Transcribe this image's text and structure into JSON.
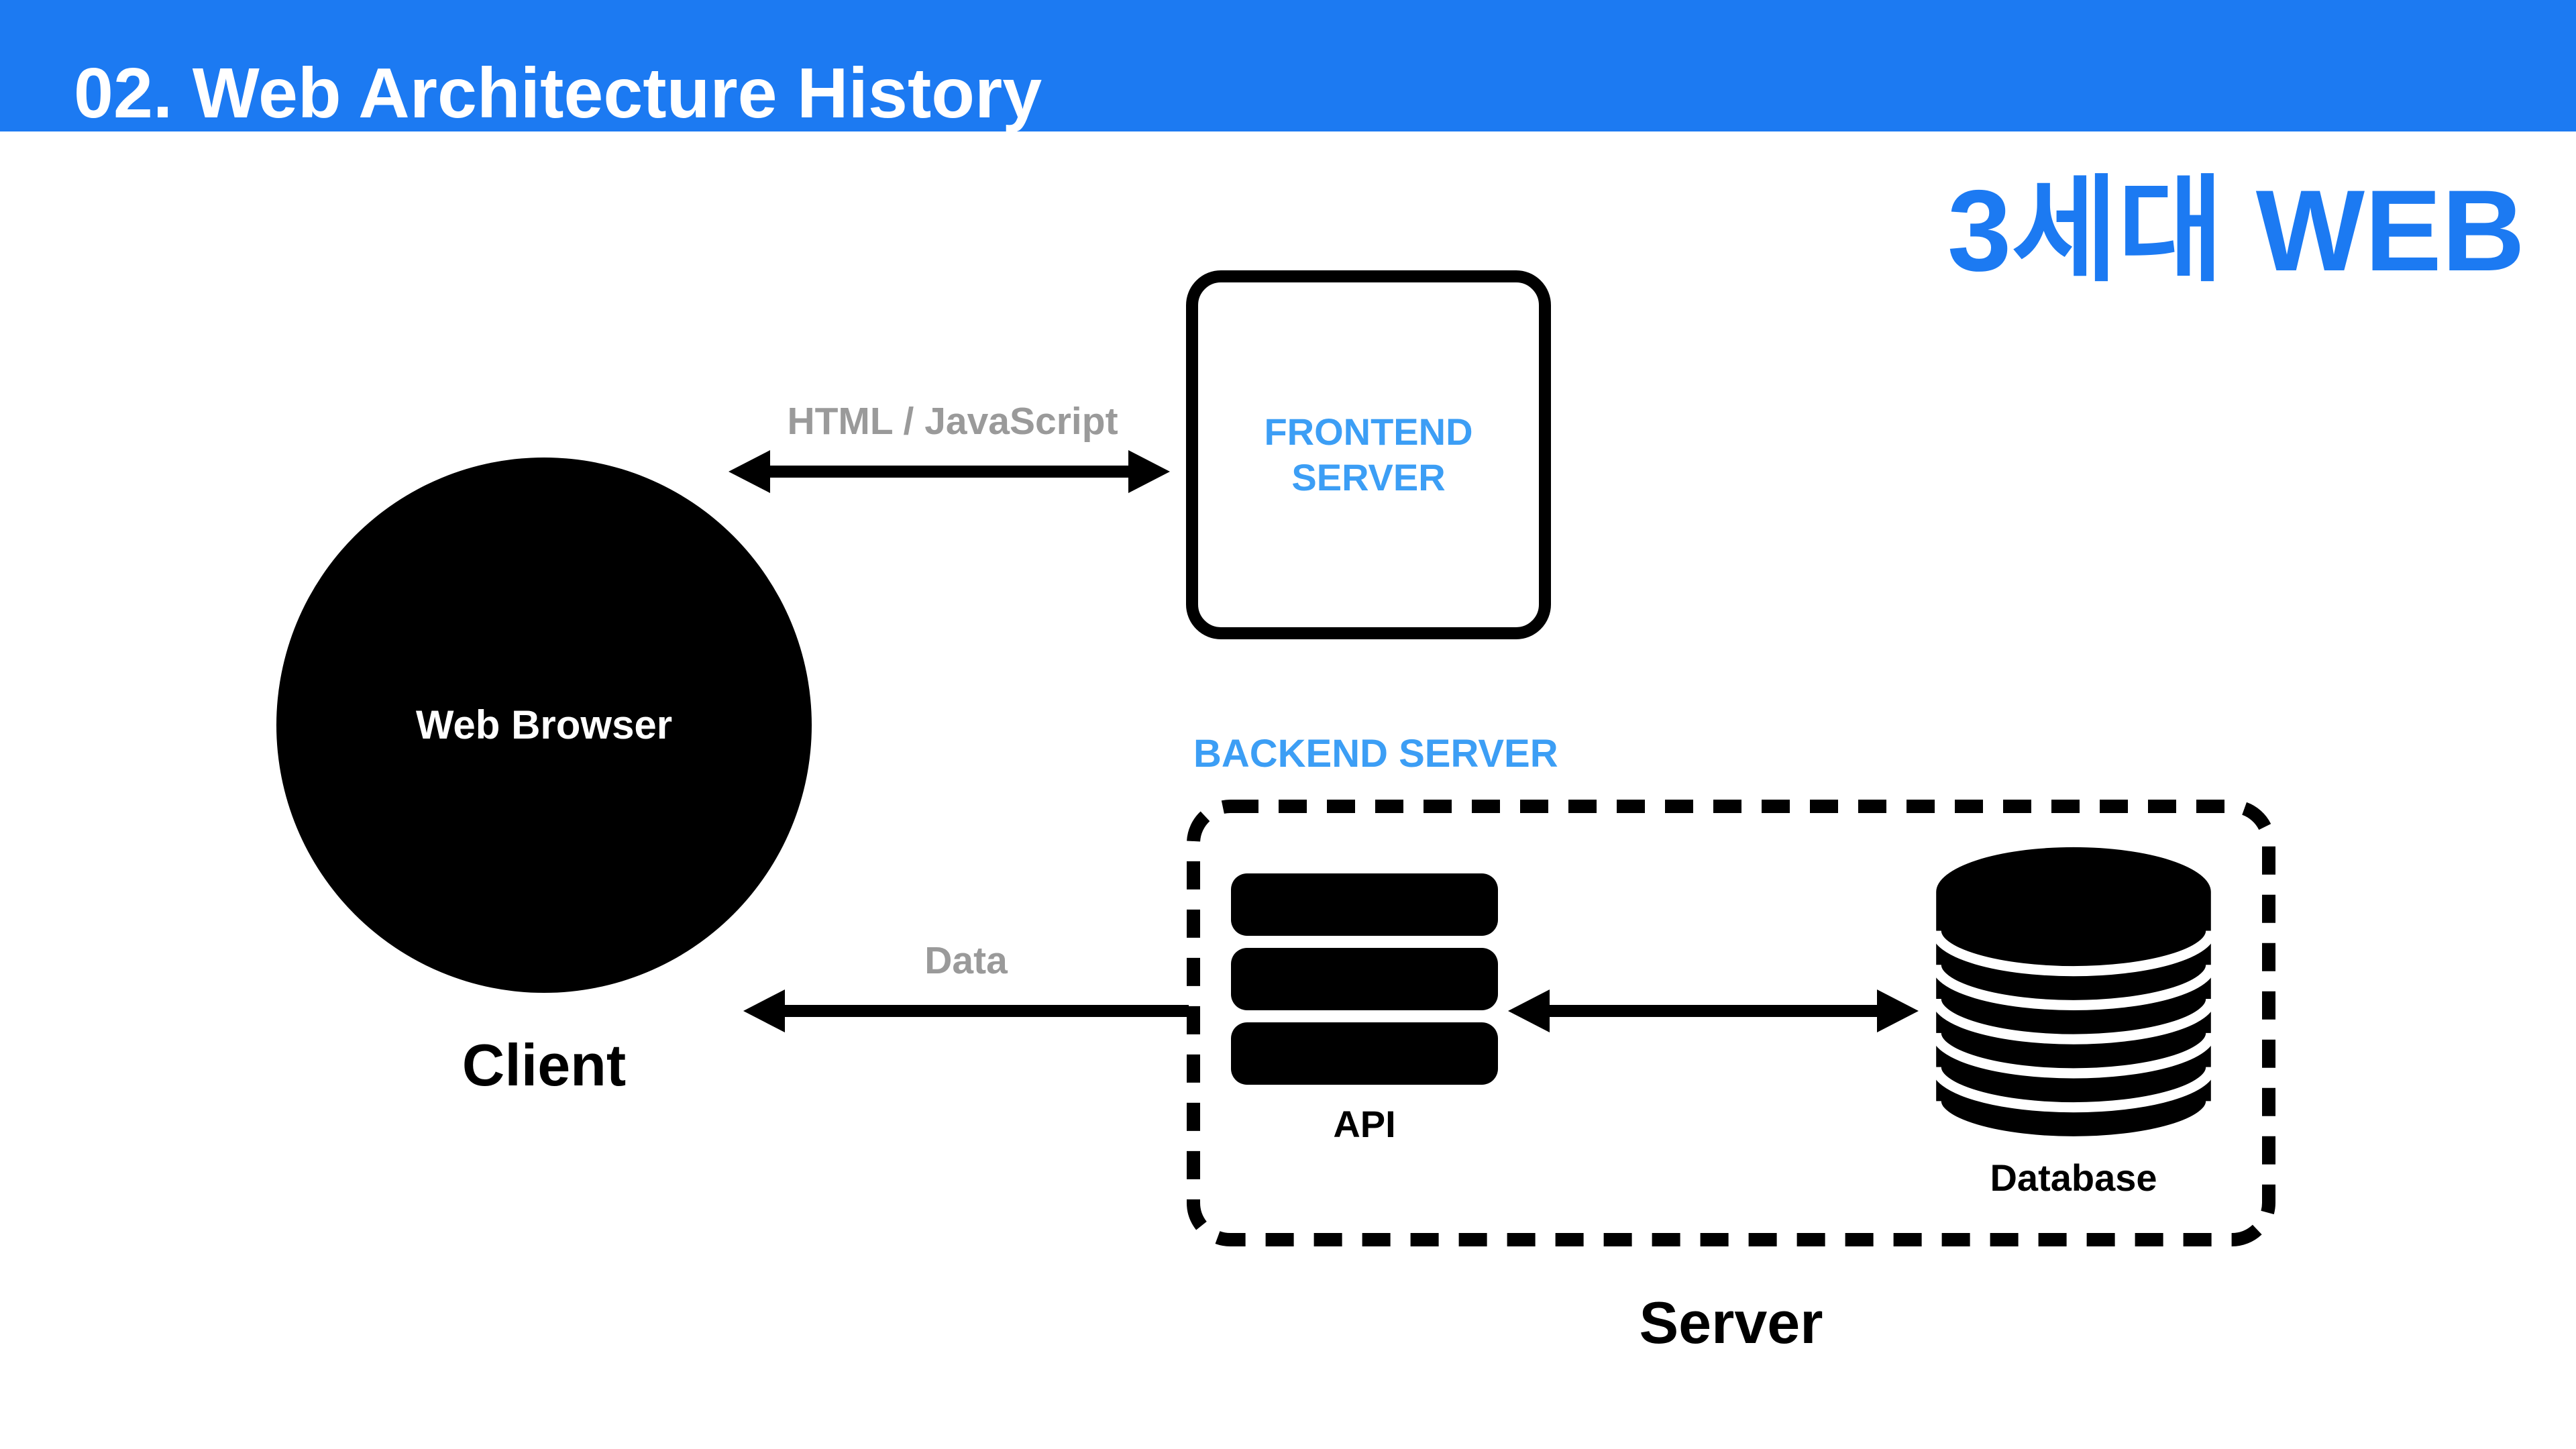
{
  "header": {
    "title": "02. Web Architecture History"
  },
  "headline": {
    "text": "3세대 WEB"
  },
  "client": {
    "label": "Web Browser",
    "caption": "Client"
  },
  "frontend": {
    "line1": "FRONTEND",
    "line2": "SERVER"
  },
  "backend": {
    "title": "BACKEND SERVER",
    "api_label": "API",
    "database_label": "Database",
    "caption": "Server"
  },
  "edges": {
    "client_frontend_label": "HTML / JavaScript",
    "backend_client_label": "Data"
  },
  "icons": {
    "api": "api-stack-icon",
    "database": "database-cylinder-icon",
    "client_frontend": "bidirectional-arrow-icon",
    "api_database": "bidirectional-arrow-icon",
    "backend_client": "left-arrow-icon"
  },
  "colors": {
    "header_blue": "#1c7af2",
    "accent_blue": "#3c9ef5",
    "gray_label": "#9a9a9a",
    "black": "#000000",
    "white": "#ffffff"
  }
}
